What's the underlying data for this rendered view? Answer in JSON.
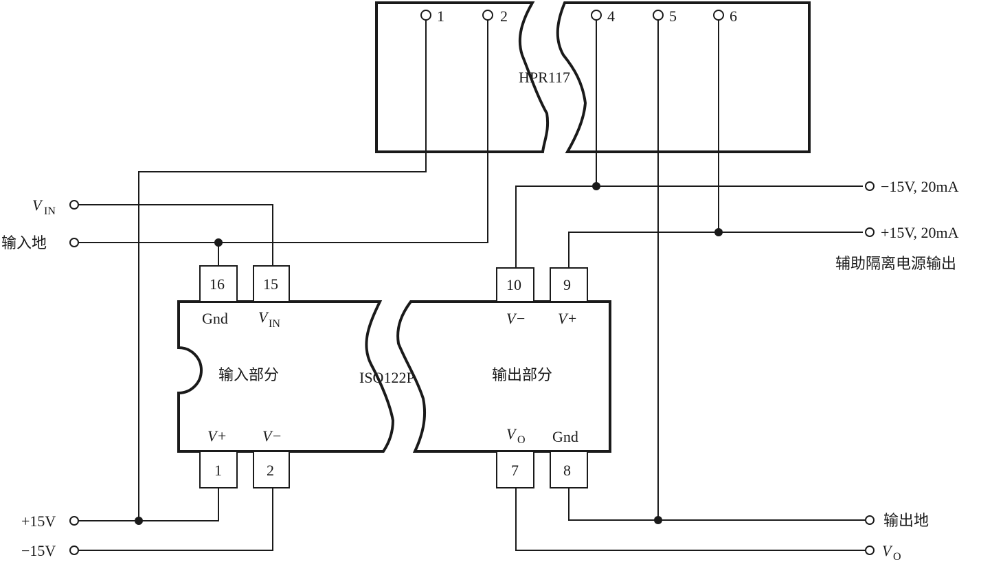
{
  "hpr": {
    "name": "HPR117",
    "pins": [
      "1",
      "2",
      "4",
      "5",
      "6"
    ]
  },
  "iso": {
    "name": "ISO122P",
    "input_section": "输入部分",
    "output_section": "输出部分",
    "pins": {
      "p16": "16",
      "p15": "15",
      "p10": "10",
      "p9": "9",
      "p1": "1",
      "p2": "2",
      "p7": "7",
      "p8": "8"
    },
    "pin_labels": {
      "gnd_in": "Gnd",
      "vin_v": "V",
      "vin_sub": "IN",
      "vminus_out": "V−",
      "vplus_out": "V+",
      "vplus_in": "V+",
      "vminus_in": "V−",
      "vo_v": "V",
      "vo_sub": "O",
      "gnd_out": "Gnd"
    }
  },
  "terminals": {
    "vin_v": "V",
    "vin_sub": "IN",
    "input_ground": "输入地",
    "plus15": "+15V",
    "minus15": "−15V",
    "minus15_20ma": "−15V, 20mA",
    "plus15_20ma": "+15V, 20mA",
    "aux_supply": "辅助隔离电源输出",
    "output_ground": "输出地",
    "vo_v": "V",
    "vo_sub": "O"
  }
}
